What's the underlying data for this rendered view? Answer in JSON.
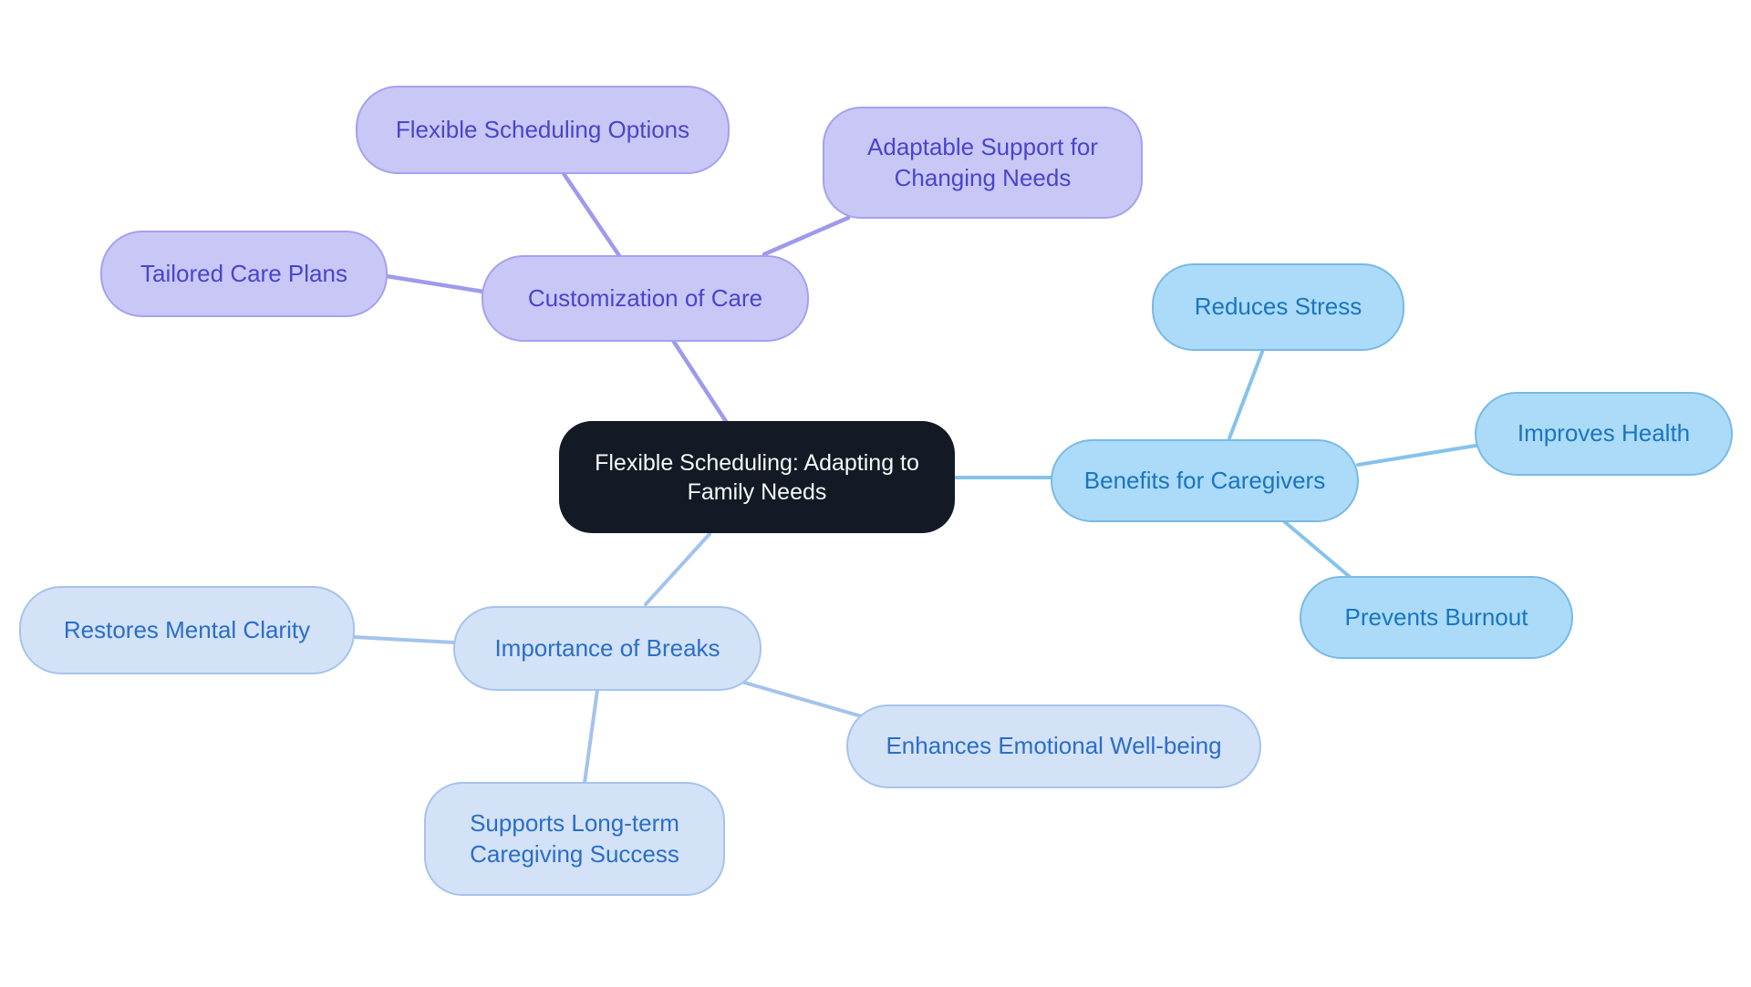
{
  "mindmap": {
    "root": {
      "label": "Flexible Scheduling: Adapting to Family Needs"
    },
    "branches": [
      {
        "label": "Customization of Care",
        "children": [
          {
            "label": "Flexible Scheduling Options"
          },
          {
            "label": "Adaptable Support for Changing Needs"
          },
          {
            "label": "Tailored Care Plans"
          }
        ]
      },
      {
        "label": "Benefits for Caregivers",
        "children": [
          {
            "label": "Reduces Stress"
          },
          {
            "label": "Improves Health"
          },
          {
            "label": "Prevents Burnout"
          }
        ]
      },
      {
        "label": "Importance of Breaks",
        "children": [
          {
            "label": "Restores Mental Clarity"
          },
          {
            "label": "Enhances Emotional Well-being"
          },
          {
            "label": "Supports Long-term Caregiving Success"
          }
        ]
      }
    ]
  },
  "colors": {
    "root_fill": "#131a25",
    "root_text": "#f7f9fb",
    "purple_fill": "#c9c7f6",
    "purple_border": "#a5a1ef",
    "purple_text": "#4945ca",
    "purple_line": "#9e9aec",
    "sky_fill": "#abdbf8",
    "sky_border": "#79b9e6",
    "sky_text": "#1a75c0",
    "sky_line": "#85c3ed",
    "periwinkle_fill": "#d3e2f7",
    "periwinkle_border": "#a6c3ed",
    "periwinkle_text": "#2a6ec8",
    "periwinkle_line": "#a3c3ec"
  }
}
